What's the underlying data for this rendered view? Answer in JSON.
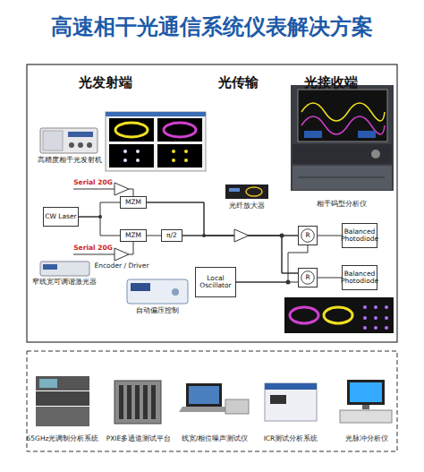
{
  "diagram": {
    "title": "高速相干光通信系统仪表解决方案",
    "nodes": [
      {
        "text": [
          "CW Laser"
        ]
      },
      {
        "text": [
          "MZM"
        ]
      },
      {
        "text": [
          "MZM"
        ]
      },
      {
        "text": [
          "π/2"
        ]
      },
      {
        "text": [
          "Local Oscillator"
        ]
      },
      {
        "text": [
          "R"
        ]
      },
      {
        "text": [
          "R"
        ]
      },
      {
        "text": [
          "Balanced Photodiode"
        ]
      },
      {
        "text": [
          "Balanced Photodiode"
        ]
      }
    ],
    "edges": [
      {
        "from": 0,
        "to": 1,
        "arrow": "none"
      },
      {
        "from": 0,
        "to": 2,
        "arrow": "none"
      },
      {
        "from": 2,
        "to": 3,
        "arrow": "none"
      },
      {
        "from": 1,
        "to": 5,
        "arrow": "none"
      },
      {
        "from": 1,
        "to": 6,
        "arrow": "none"
      },
      {
        "from": 3,
        "to": 5,
        "arrow": "none"
      },
      {
        "from": 3,
        "to": 6,
        "arrow": "none"
      },
      {
        "from": 4,
        "to": 5,
        "arrow": "none"
      },
      {
        "from": 4,
        "to": 6,
        "arrow": "none"
      },
      {
        "from": 5,
        "to": 7,
        "arrow": "none"
      },
      {
        "from": 6,
        "to": 8,
        "arrow": "none"
      }
    ],
    "labels": [
      "光发射端",
      "光传输",
      "光接收端",
      "高精度相干光发射机",
      "Serial 20G",
      "Serial 20G",
      "Encoder / Driver",
      "窄线宽可调谐激光器",
      "自动偏压控制",
      "光纤放大器",
      "相干码型分析仪",
      "65GHz光调制分析系统",
      "PXIE多通道测试平台",
      "线宽/相位噪声测试仪",
      "ICR测试分析系统",
      "光脉冲分析仪"
    ]
  }
}
